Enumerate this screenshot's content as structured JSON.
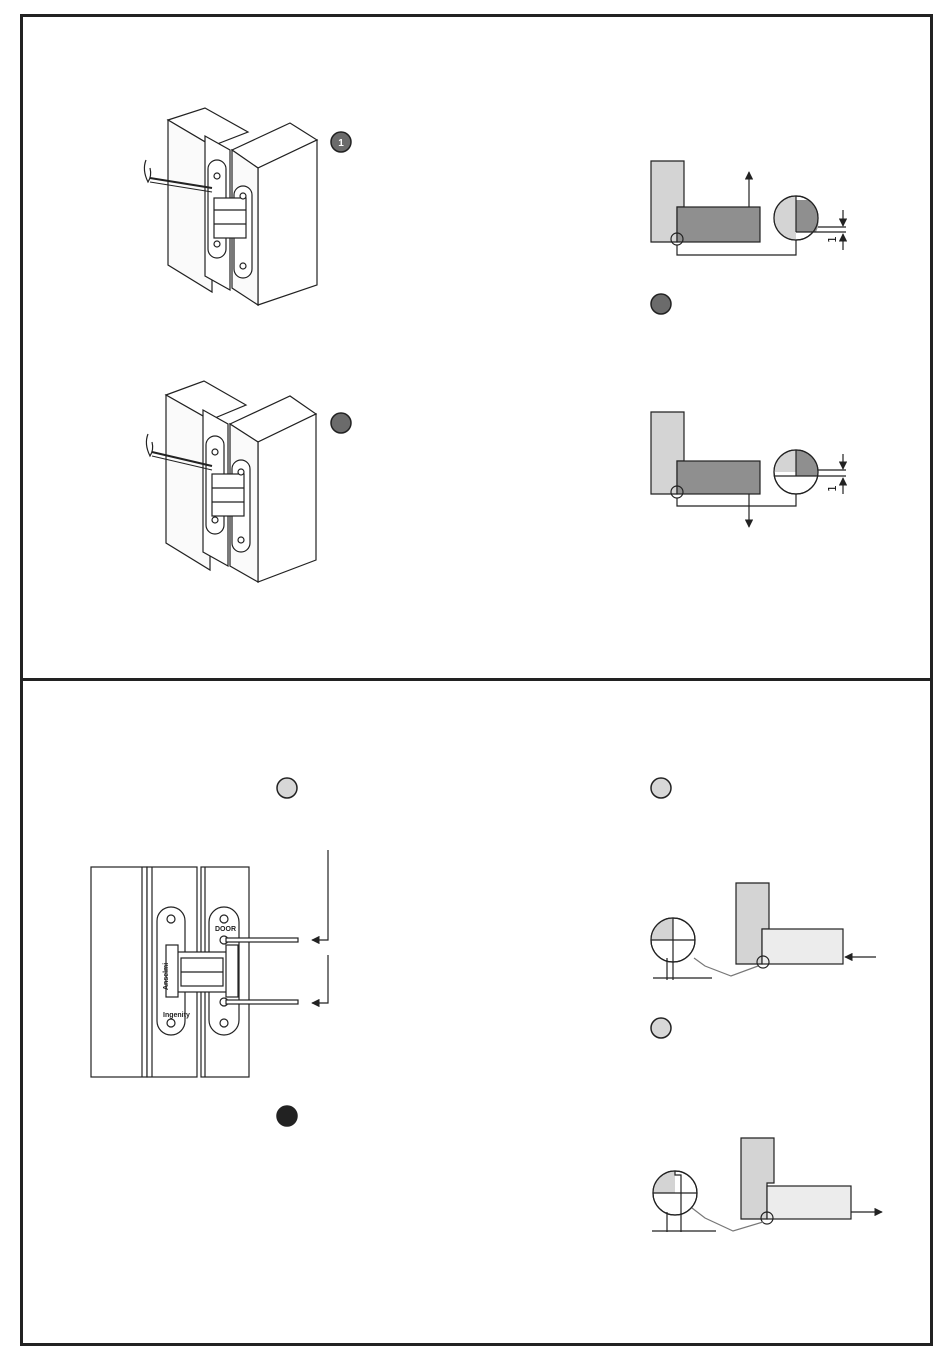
{
  "step_badges": {
    "top_left_1": "1",
    "top_left_2": "",
    "top_right_1": "",
    "bottom_left_1": "",
    "bottom_left_2": "",
    "bottom_right_1": "",
    "bottom_right_2": ""
  },
  "dimension_labels": {
    "top_diagram_1": "1",
    "top_diagram_2": "1"
  },
  "hinge_plate_text": {
    "brand": "Anselmi",
    "door": "DOOR",
    "model": "Ingenity"
  },
  "colors": {
    "badge_dark": "#6b6b6b",
    "badge_black": "#222222",
    "badge_light": "#d7d7d7",
    "door_dark": "#8f8f8f",
    "door_light": "#ececec",
    "frame": "#d4d4d4",
    "outline": "#222222"
  }
}
